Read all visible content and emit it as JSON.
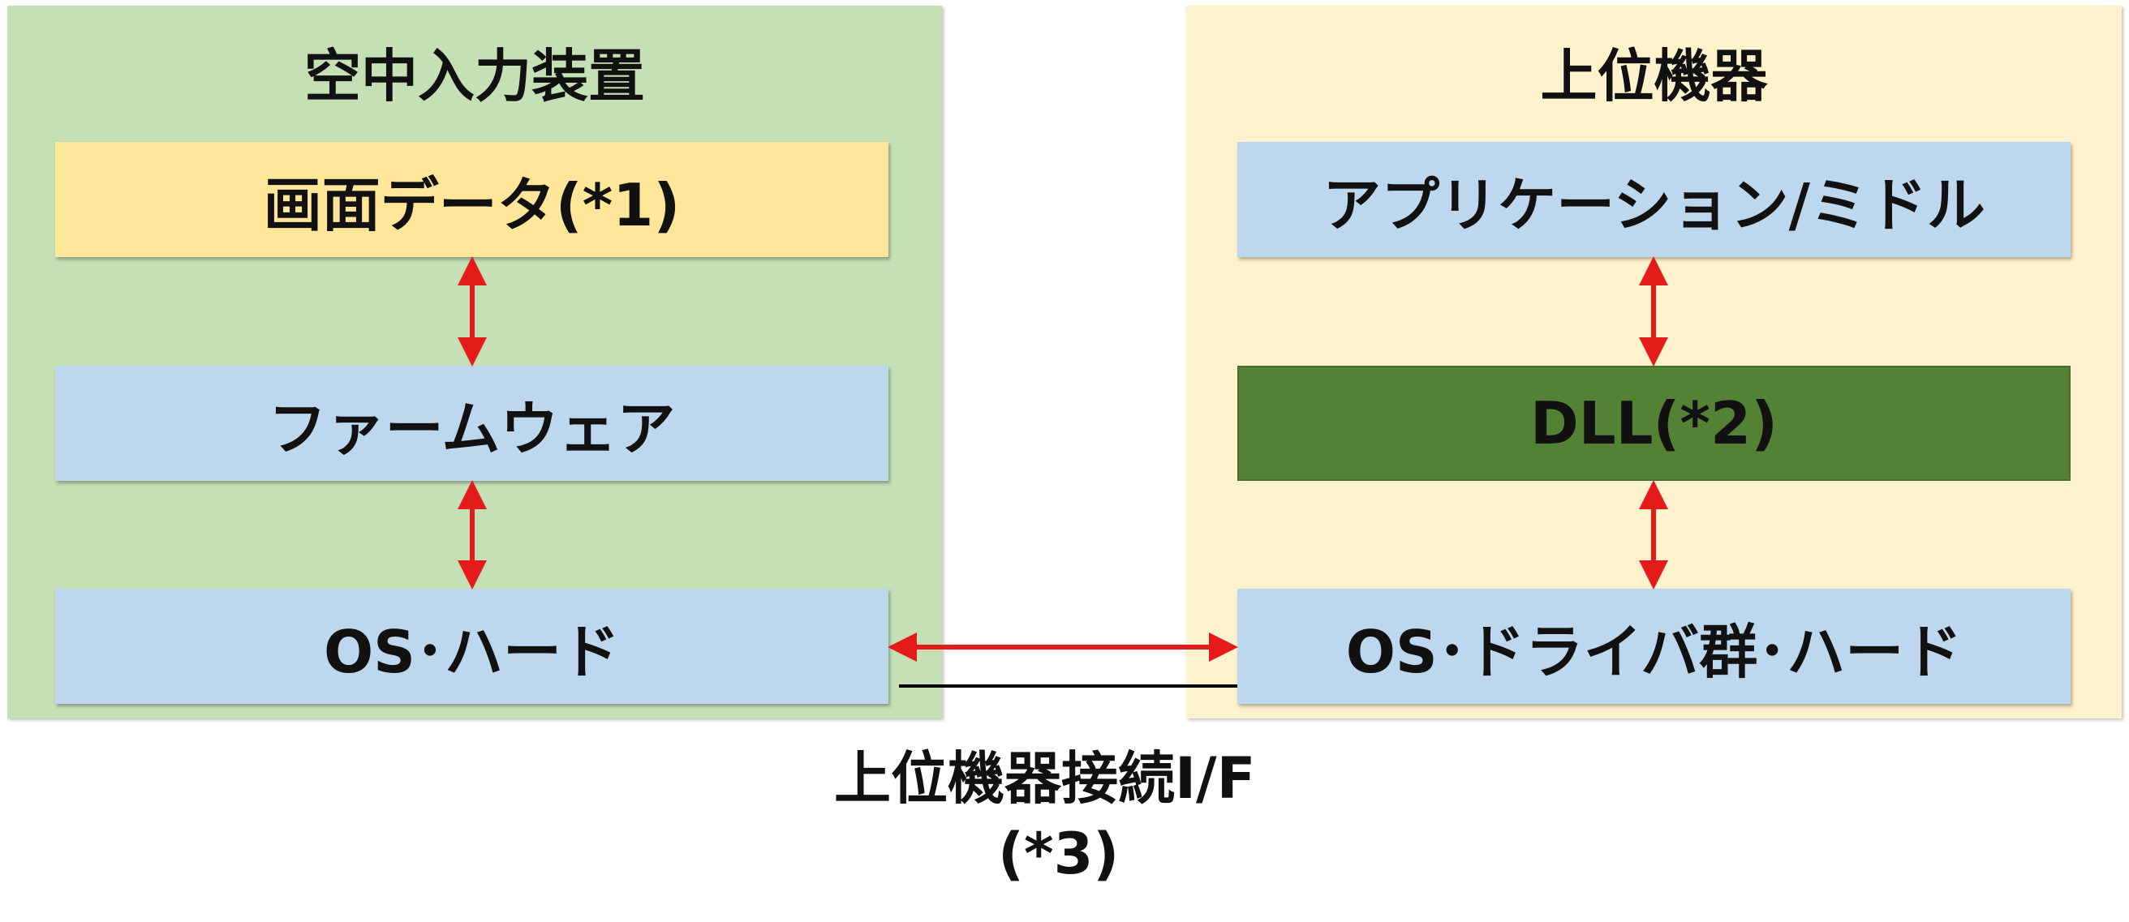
{
  "colors": {
    "left_panel_bg": "#c5e0b4",
    "right_panel_bg": "#fff2cc",
    "box_blue": "#bdd7ee",
    "box_yellow": "#ffe699",
    "box_green": "#548235",
    "arrow_red": "#e31b1b",
    "connector_line": "#000000"
  },
  "left_panel": {
    "title": "空中入力装置",
    "boxes": {
      "screen_data": "画面データ(*1)",
      "firmware": "ファームウェア",
      "os_hard": "OS･ハード"
    }
  },
  "right_panel": {
    "title": "上位機器",
    "boxes": {
      "application": "アプリケーション/ミドル",
      "dll": "DLL(*2)",
      "os_driver": "OS･ドライバ群･ハード"
    }
  },
  "interface_label": {
    "line1": "上位機器接続I/F",
    "line2": "(*3)"
  }
}
